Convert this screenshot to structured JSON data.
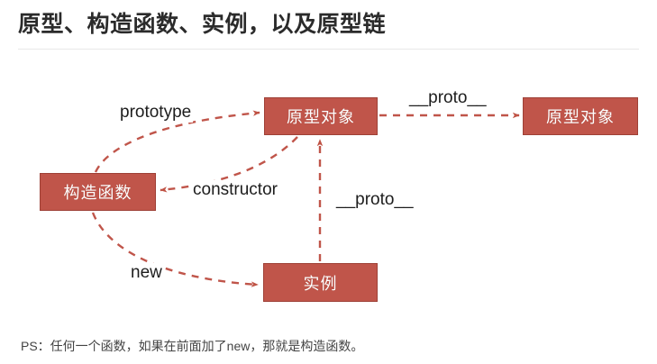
{
  "header": {
    "title": "原型、构造函数、实例，以及原型链"
  },
  "diagram": {
    "nodes": [
      {
        "id": "prototype-object-1",
        "label": "原型对象"
      },
      {
        "id": "prototype-object-2",
        "label": "原型对象"
      },
      {
        "id": "constructor-function",
        "label": "构造函数"
      },
      {
        "id": "instance",
        "label": "实例"
      }
    ],
    "edges": [
      {
        "id": "prototype",
        "label": "prototype",
        "from": "constructor-function",
        "to": "prototype-object-1"
      },
      {
        "id": "constructor",
        "label": "constructor",
        "from": "prototype-object-1",
        "to": "constructor-function"
      },
      {
        "id": "proto-top",
        "label": "__proto__",
        "from": "prototype-object-1",
        "to": "prototype-object-2"
      },
      {
        "id": "proto-mid",
        "label": "__proto__",
        "from": "instance",
        "to": "prototype-object-1"
      },
      {
        "id": "new",
        "label": "new",
        "from": "constructor-function",
        "to": "instance"
      }
    ],
    "colors": {
      "node_fill": "#c0554a",
      "node_border": "#9e4036",
      "node_text": "#ffffff",
      "edge_line": "#c0554a",
      "label_text": "#1d1d1d"
    }
  },
  "footer": {
    "note": "PS：任何一个函数，如果在前面加了new，那就是构造函数。"
  }
}
